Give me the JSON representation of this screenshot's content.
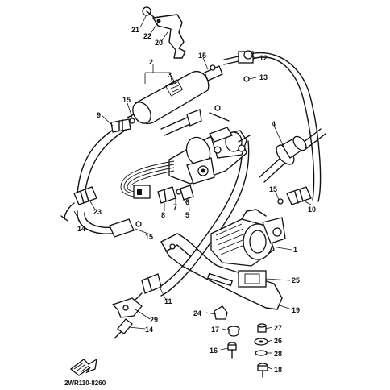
{
  "diagram": {
    "callouts": [
      {
        "id": "c1",
        "label": "1"
      },
      {
        "id": "c2",
        "label": "2"
      },
      {
        "id": "c3",
        "label": "3"
      },
      {
        "id": "c4",
        "label": "4"
      },
      {
        "id": "c5",
        "label": "5"
      },
      {
        "id": "c6",
        "label": "6"
      },
      {
        "id": "c7",
        "label": "7"
      },
      {
        "id": "c8",
        "label": "8"
      },
      {
        "id": "c9",
        "label": "9"
      },
      {
        "id": "c10",
        "label": "10"
      },
      {
        "id": "c11",
        "label": "11"
      },
      {
        "id": "c12",
        "label": "12"
      },
      {
        "id": "c13",
        "label": "13"
      },
      {
        "id": "c14a",
        "label": "14"
      },
      {
        "id": "c14b",
        "label": "14"
      },
      {
        "id": "c15a",
        "label": "15"
      },
      {
        "id": "c15b",
        "label": "15"
      },
      {
        "id": "c15c",
        "label": "15"
      },
      {
        "id": "c15d",
        "label": "15"
      },
      {
        "id": "c16",
        "label": "16"
      },
      {
        "id": "c17",
        "label": "17"
      },
      {
        "id": "c18",
        "label": "18"
      },
      {
        "id": "c19",
        "label": "19"
      },
      {
        "id": "c20",
        "label": "20"
      },
      {
        "id": "c21",
        "label": "21"
      },
      {
        "id": "c22",
        "label": "22"
      },
      {
        "id": "c23",
        "label": "23"
      },
      {
        "id": "c24",
        "label": "24"
      },
      {
        "id": "c25",
        "label": "25"
      },
      {
        "id": "c26",
        "label": "26"
      },
      {
        "id": "c27",
        "label": "27"
      },
      {
        "id": "c28",
        "label": "28"
      },
      {
        "id": "c29",
        "label": "29"
      }
    ],
    "drawing_code": "2WR110-8260"
  }
}
